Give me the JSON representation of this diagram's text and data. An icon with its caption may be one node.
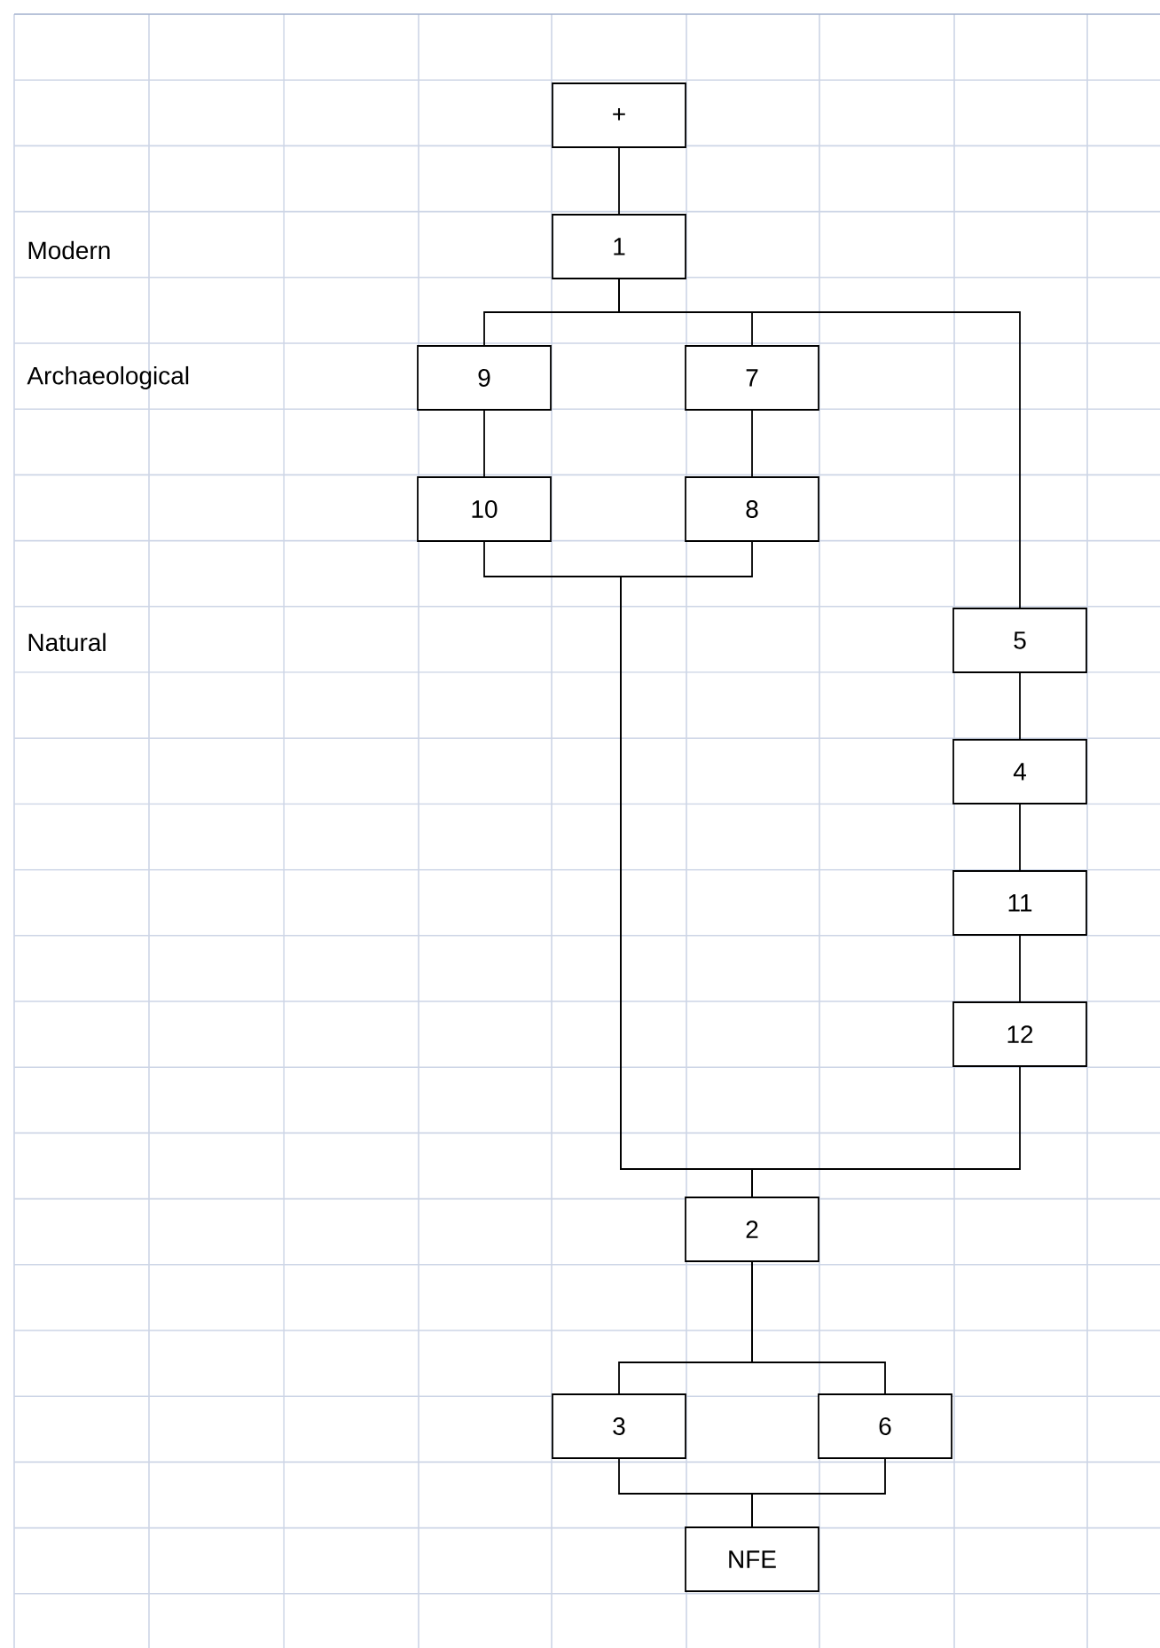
{
  "diagram": {
    "nodes": [
      {
        "text": [
          "+"
        ]
      },
      {
        "text": [
          "1"
        ]
      },
      {
        "text": [
          "9"
        ]
      },
      {
        "text": [
          "7"
        ]
      },
      {
        "text": [
          "10"
        ]
      },
      {
        "text": [
          "8"
        ]
      },
      {
        "text": [
          "5"
        ]
      },
      {
        "text": [
          "4"
        ]
      },
      {
        "text": [
          "11"
        ]
      },
      {
        "text": [
          "12"
        ]
      },
      {
        "text": [
          "2"
        ]
      },
      {
        "text": [
          "3"
        ]
      },
      {
        "text": [
          "6"
        ]
      },
      {
        "text": [
          "NFE"
        ]
      }
    ],
    "edges": [
      {
        "from": 0,
        "to": 1,
        "arrow": "none"
      },
      {
        "from": 1,
        "to": 2,
        "arrow": "none"
      },
      {
        "from": 1,
        "to": 3,
        "arrow": "none"
      },
      {
        "from": 1,
        "to": 6,
        "arrow": "none"
      },
      {
        "from": 2,
        "to": 4,
        "arrow": "none"
      },
      {
        "from": 3,
        "to": 5,
        "arrow": "none"
      },
      {
        "from": 4,
        "to": 10,
        "arrow": "none"
      },
      {
        "from": 5,
        "to": 10,
        "arrow": "none"
      },
      {
        "from": 6,
        "to": 7,
        "arrow": "none"
      },
      {
        "from": 7,
        "to": 8,
        "arrow": "none"
      },
      {
        "from": 8,
        "to": 9,
        "arrow": "none"
      },
      {
        "from": 9,
        "to": 10,
        "arrow": "none"
      },
      {
        "from": 10,
        "to": 11,
        "arrow": "none"
      },
      {
        "from": 10,
        "to": 12,
        "arrow": "none"
      },
      {
        "from": 11,
        "to": 13,
        "arrow": "none"
      },
      {
        "from": 12,
        "to": 13,
        "arrow": "none"
      }
    ],
    "labels": [
      "Modern",
      "Archaeological",
      "Natural"
    ]
  }
}
